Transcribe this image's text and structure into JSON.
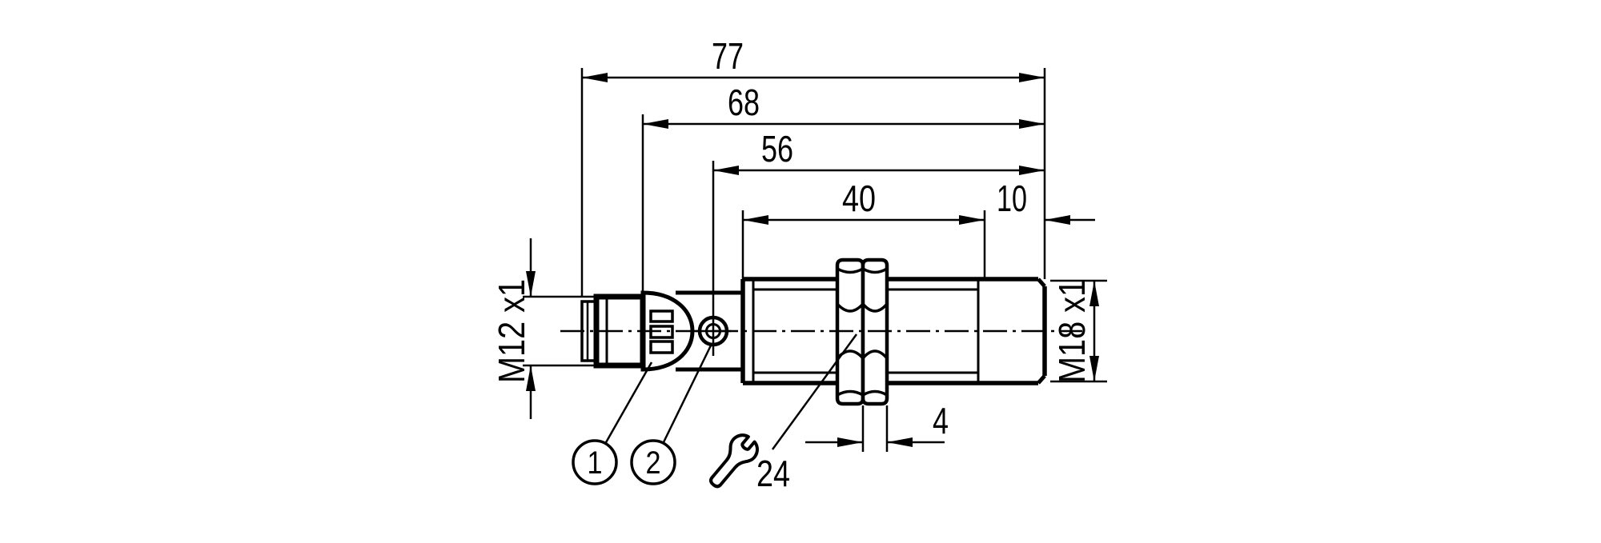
{
  "drawing": {
    "background": "#ffffff",
    "ink": "#000000",
    "dimensions": {
      "overall_length": "77",
      "length_to_cone": "68",
      "length_to_marker": "56",
      "thread_length": "40",
      "front_length": "10",
      "nut_width": "4",
      "connector_thread": "M12 x1",
      "barrel_thread": "M18 x1",
      "wrench_size": "24"
    },
    "callouts": {
      "callout_1": "1",
      "callout_2": "2"
    }
  }
}
